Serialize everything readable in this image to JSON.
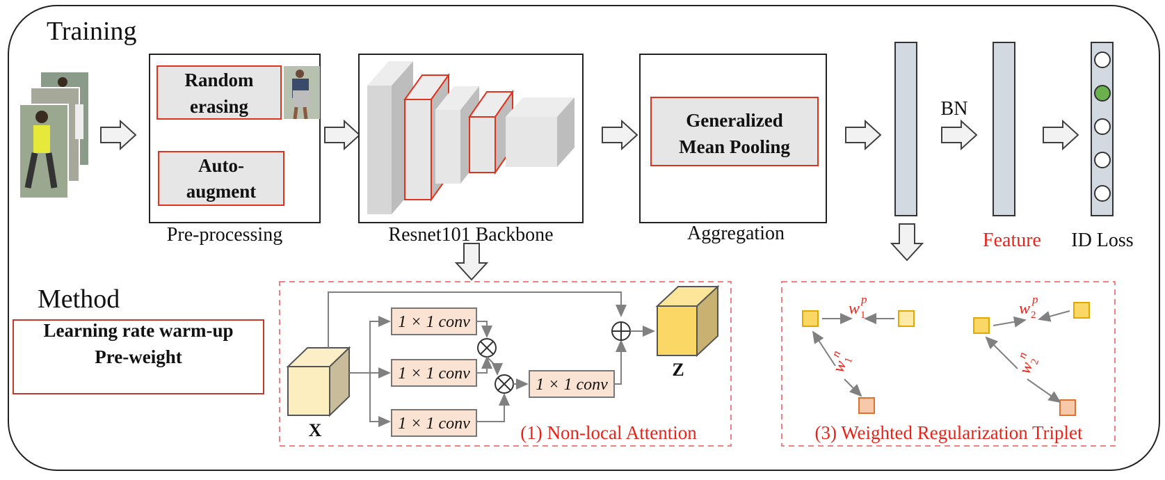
{
  "sections": {
    "training_label": "Training",
    "method_label": "Method"
  },
  "preprocessing": {
    "random_erasing_line1": "Random",
    "random_erasing_line2": "erasing",
    "autoaugment_line1": "Auto-",
    "autoaugment_line2": "augment",
    "caption": "Pre-processing"
  },
  "backbone": {
    "caption": "Resnet101 Backbone"
  },
  "aggregation": {
    "gem_line1": "Generalized",
    "gem_line2": "Mean Pooling",
    "caption": "Aggregation"
  },
  "head": {
    "bn_label": "BN",
    "feature_label": "Feature",
    "id_loss_label": "ID Loss",
    "id_loss_nodes": 5,
    "active_node_index": 1
  },
  "method": {
    "line1": "Learning rate warm-up",
    "line2": "Pre-weight"
  },
  "non_local": {
    "input_label": "X",
    "output_label": "Z",
    "conv_label": "1 × 1 conv",
    "caption": "(1) Non-local Attention"
  },
  "triplet": {
    "w1p_base": "w",
    "w1p_sup": "p",
    "w1p_sub": "1",
    "w2p_base": "w",
    "w2p_sup": "p",
    "w2p_sub": "2",
    "w1n_base": "w",
    "w1n_sup": "n",
    "w1n_sub": "1",
    "w2n_base": "w",
    "w2n_sup": "n",
    "w2n_sub": "2",
    "caption": "(3) Weighted Regularization Triplet"
  },
  "colors": {
    "highlight_red": "#e0331f",
    "caption_red": "#e8231a",
    "dashed_pink": "#f08080",
    "feature_bar": "#d3d9e0",
    "anchor_yellow": "#fbd766",
    "negative_orange": "#f7c9a8",
    "conv_fill": "#fbe3d3",
    "cube_front": "#fdeebf",
    "node_green": "#6ab04c",
    "arrow_gray": "#808080"
  }
}
